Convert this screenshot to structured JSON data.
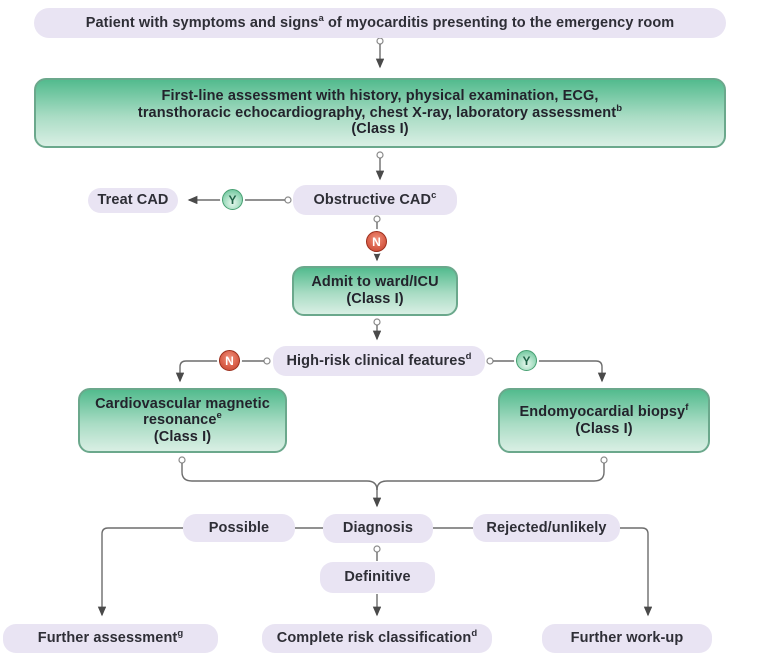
{
  "title": "Myocarditis emergency assessment flowchart",
  "colors": {
    "lavender": "#e9e4f3",
    "node_text": "#2e2e36",
    "green_top": "#53bb8e",
    "green_mid": "#a9dcc4",
    "green_bottom": "#d9efe4",
    "green_border": "#6ba88c",
    "line": "#6d6d6d",
    "arrow": "#4a4a4a",
    "yes_fill": "#5abd90",
    "yes_text": "#1f6347",
    "no_fill": "#c2402c",
    "no_text": "#ffffff"
  },
  "badges": {
    "yes": "Y",
    "no": "N"
  },
  "nodes": {
    "patient": {
      "pre": "Patient with symptoms and signs",
      "sup": "a",
      "post": " of myocarditis presenting to the emergency room"
    },
    "first_line": {
      "line1": "First-line assessment with history, physical examination, ECG,",
      "line2": "transthoracic echocardiography, chest X-ray, laboratory assessment",
      "line2_sup": "b",
      "line3": "(Class I)"
    },
    "treat_cad": {
      "label": "Treat CAD"
    },
    "obstructive_cad": {
      "pre": "Obstructive CAD",
      "sup": "c"
    },
    "admit": {
      "line1": "Admit to ward/ICU",
      "line2": "(Class I)"
    },
    "high_risk": {
      "pre": "High-risk clinical features",
      "sup": "d"
    },
    "cmr": {
      "line1": "Cardiovascular magnetic",
      "line2": "resonance",
      "line2_sup": "e",
      "line3": "(Class I)"
    },
    "emb": {
      "line1": "Endomyocardial biopsy",
      "line1_sup": "f",
      "line2": "(Class I)"
    },
    "possible": {
      "label": "Possible"
    },
    "diagnosis": {
      "label": "Diagnosis"
    },
    "rejected": {
      "label": "Rejected/unlikely"
    },
    "definitive": {
      "label": "Definitive"
    },
    "further_assessment": {
      "pre": "Further assessment",
      "sup": "g"
    },
    "complete_risk": {
      "pre": "Complete risk classification",
      "sup": "d"
    },
    "further_workup": {
      "label": "Further work-up"
    }
  },
  "edges": [
    {
      "from": "patient",
      "to": "first_line",
      "label": ""
    },
    {
      "from": "first_line",
      "to": "obstructive_cad",
      "label": ""
    },
    {
      "from": "obstructive_cad",
      "to": "treat_cad",
      "label": "Y"
    },
    {
      "from": "obstructive_cad",
      "to": "admit",
      "label": "N"
    },
    {
      "from": "admit",
      "to": "high_risk",
      "label": ""
    },
    {
      "from": "high_risk",
      "to": "cmr",
      "label": "N"
    },
    {
      "from": "high_risk",
      "to": "emb",
      "label": "Y"
    },
    {
      "from": "cmr",
      "to": "diagnosis",
      "label": ""
    },
    {
      "from": "emb",
      "to": "diagnosis",
      "label": ""
    },
    {
      "from": "diagnosis",
      "to": "possible",
      "label": ""
    },
    {
      "from": "diagnosis",
      "to": "rejected",
      "label": ""
    },
    {
      "from": "diagnosis",
      "to": "definitive",
      "label": ""
    },
    {
      "from": "possible",
      "to": "further_assessment",
      "label": ""
    },
    {
      "from": "definitive",
      "to": "complete_risk",
      "label": ""
    },
    {
      "from": "rejected",
      "to": "further_workup",
      "label": ""
    }
  ]
}
